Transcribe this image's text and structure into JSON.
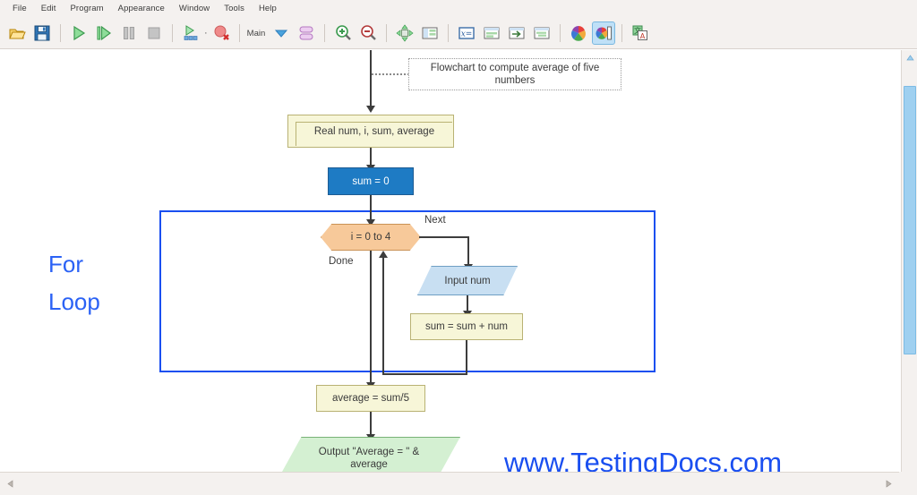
{
  "menu": {
    "items": [
      {
        "label": "File"
      },
      {
        "label": "Edit"
      },
      {
        "label": "Program"
      },
      {
        "label": "Appearance"
      },
      {
        "label": "Window"
      },
      {
        "label": "Tools"
      },
      {
        "label": "Help"
      }
    ]
  },
  "toolbar": {
    "scope_label": "Main",
    "buttons": [
      {
        "name": "open-icon",
        "title": "Open"
      },
      {
        "name": "save-icon",
        "title": "Save"
      },
      {
        "name": "run-icon",
        "title": "Run"
      },
      {
        "name": "step-icon",
        "title": "Step"
      },
      {
        "name": "pause-icon",
        "title": "Pause"
      },
      {
        "name": "stop-icon",
        "title": "Stop"
      },
      {
        "name": "run-options-icon",
        "title": "Run Options"
      },
      {
        "name": "breakpoint-icon",
        "title": "Breakpoint"
      },
      {
        "name": "shape-size-icon",
        "title": "Shape Size"
      },
      {
        "name": "zoom-in-icon",
        "title": "Zoom In"
      },
      {
        "name": "zoom-out-icon",
        "title": "Zoom Out"
      },
      {
        "name": "fit-icon",
        "title": "Fit to Window"
      },
      {
        "name": "split-view-icon",
        "title": "Split View"
      },
      {
        "name": "variables-icon",
        "title": "Variables"
      },
      {
        "name": "console-icon",
        "title": "Console"
      },
      {
        "name": "output-icon",
        "title": "Output"
      },
      {
        "name": "layout-icon",
        "title": "Layout"
      },
      {
        "name": "color-wheel-icon",
        "title": "Colors"
      },
      {
        "name": "theme-icon",
        "title": "Theme"
      },
      {
        "name": "translate-icon",
        "title": "Generate Code"
      }
    ]
  },
  "flowchart": {
    "comment": "Flowchart to compute average of five numbers",
    "declaration": "Real num, i, sum, average",
    "init": "sum = 0",
    "loop_condition": "i = 0 to 4",
    "loop_next_label": "Next",
    "loop_done_label": "Done",
    "input": "Input num",
    "accumulate": "sum = sum + num",
    "average": "average = sum/5",
    "output": "Output \"Average = \" & average",
    "group_label_line1": "For",
    "group_label_line2": "Loop"
  },
  "watermark": "www.TestingDocs.com",
  "colors": {
    "loop_frame": "#1a4ff0",
    "selected_node": "#1e7bc4",
    "declaration_fill": "#f7f6d8",
    "loop_fill": "#f7c99a",
    "input_fill": "#c8dff2",
    "output_fill": "#d4f0d2",
    "watermark": "#1a4ff0"
  }
}
